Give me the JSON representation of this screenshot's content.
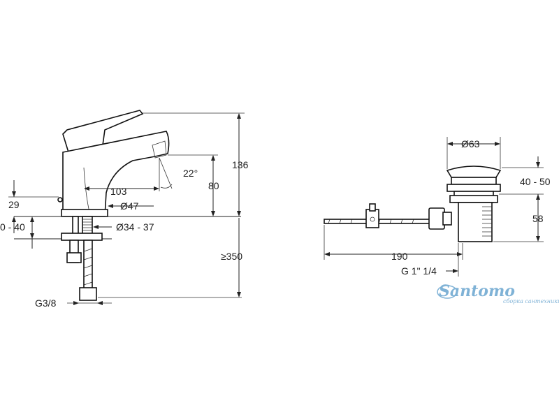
{
  "faucet": {
    "dims": {
      "height_total": "136",
      "height_spout": "80",
      "spout_reach": "103",
      "spout_angle": "22°",
      "base_diameter": "Ø47",
      "hole_diameter": "Ø34 - 37",
      "height_lever_base": "29",
      "deck_thickness": "0 - 40",
      "hose_length": "≥350",
      "connection_thread": "G3/8"
    }
  },
  "waste": {
    "dims": {
      "plug_diameter": "Ø63",
      "flange_range": "40 - 50",
      "body_height": "58",
      "rod_length": "190",
      "outlet_thread": "G 1\" 1/4"
    }
  },
  "watermark": {
    "brand": "Santomo",
    "tagline": "сборка сантехники",
    "color": "#7fb2d6"
  }
}
